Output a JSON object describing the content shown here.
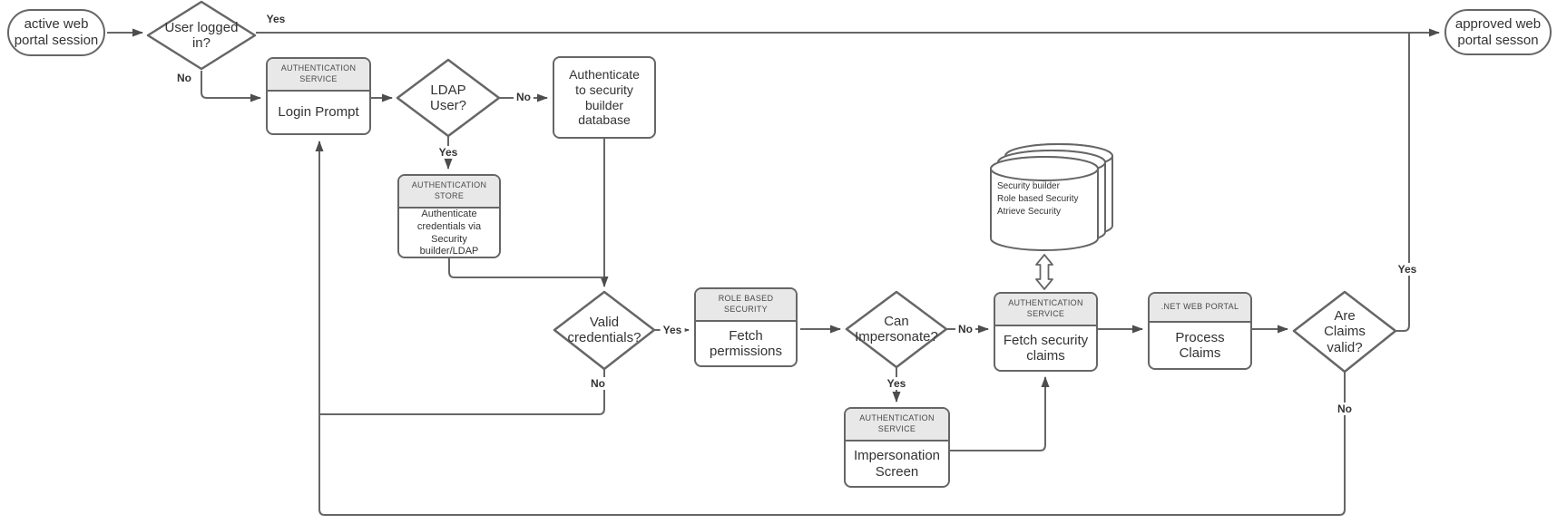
{
  "colors": {
    "stroke": "#666666",
    "arrowhead": "#4d4d4d",
    "header_fill": "#e8e8e8",
    "shape_fill": "#ffffff",
    "text": "#333333"
  },
  "nodes": {
    "start_terminator": {
      "label": "active web\nportal session"
    },
    "end_terminator": {
      "label": "approved web\nportal sesson"
    },
    "decision_user_logged_in": {
      "label": "User logged\nin?"
    },
    "process_login_prompt": {
      "header": "AUTHENTICATION\nSERVICE",
      "body": "Login Prompt"
    },
    "decision_ldap_user": {
      "label": "LDAP\nUser?"
    },
    "process_authenticate_db": {
      "body": "Authenticate\nto security\nbuilder\ndatabase"
    },
    "process_auth_store": {
      "header": "AUTHENTICATION\nSTORE",
      "body": "Authenticate\ncredentials via\nSecurity\nbuilder/LDAP"
    },
    "decision_valid_credentials": {
      "label": "Valid\ncredentials?"
    },
    "process_fetch_permissions": {
      "header": "ROLE BASED\nSECURITY",
      "body": "Fetch\npermissions"
    },
    "decision_can_impersonate": {
      "label": "Can\nImpersonate?"
    },
    "process_fetch_claims": {
      "header": "AUTHENTICATION\nSERVICE",
      "body": "Fetch security\nclaims"
    },
    "process_impersonation_screen": {
      "header": "AUTHENTICATION\nSERVICE",
      "body": "Impersonation\nScreen"
    },
    "database_security": {
      "label": "Security builder\nRole based Security\nAtrieve Security"
    },
    "process_process_claims": {
      "header": ".NET WEB PORTAL",
      "body": "Process\nClaims"
    },
    "decision_claims_valid": {
      "label": "Are\nClaims\nvalid?"
    }
  },
  "edges": {
    "user_logged_in_yes": "Yes",
    "user_logged_in_no": "No",
    "ldap_user_no": "No",
    "ldap_user_yes": "Yes",
    "valid_credentials_yes": "Yes",
    "valid_credentials_no": "No",
    "can_impersonate_no": "No",
    "can_impersonate_yes": "Yes",
    "claims_valid_yes": "Yes",
    "claims_valid_no": "No"
  }
}
